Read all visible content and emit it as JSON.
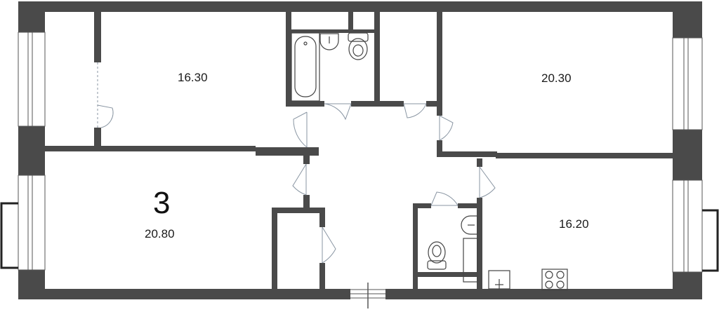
{
  "plan": {
    "rooms_count": "3",
    "room_areas": {
      "bedroom_top_left": "16.30",
      "bedroom_top_right": "20.30",
      "living_room": "20.80",
      "kitchen": "16.20"
    }
  },
  "colors": {
    "wall": "#4a4a4a",
    "wall_dark": "#3c3c3c",
    "line": "#555555",
    "door": "#9aa7b4",
    "background": "#ffffff"
  }
}
